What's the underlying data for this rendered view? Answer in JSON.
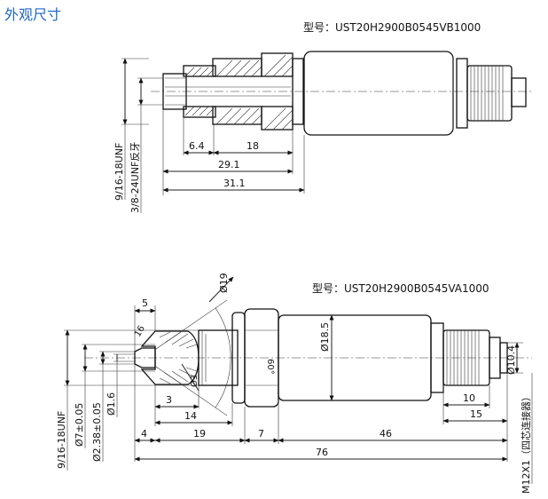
{
  "page_title": "外观尺寸",
  "drawing_top": {
    "model_label": "型号：UST20H2900B0545VB1000",
    "dims": {
      "d_6_4": "6.4",
      "d_18": "18",
      "d_29_1": "29.1",
      "d_31_1": "31.1",
      "thread_outer": "9/16-18UNF",
      "thread_inner": "3/8-24UNF反牙"
    }
  },
  "drawing_bottom": {
    "model_label": "型号：UST20H2900B0545VA1000",
    "dims": {
      "d_5": "5",
      "d_dia19": "Ø19",
      "d_60deg": "60°",
      "d_dia18_5": "Ø18.5",
      "d_dia3": "Ø3",
      "d_3": "3",
      "d_14": "14",
      "d_4": "4",
      "d_19": "19",
      "d_7": "7",
      "d_46": "46",
      "d_76": "76",
      "d_10": "10",
      "d_15": "15",
      "d_dia10_4": "Ø10.4",
      "d_16": "16",
      "thread": "9/16-18UNF",
      "d_dia7": "Ø7±0.05",
      "d_dia2_38": "Ø2.38±0.05",
      "d_dia1_6": "Ø1.6",
      "connector": "M12X1（四芯连接器）"
    }
  }
}
